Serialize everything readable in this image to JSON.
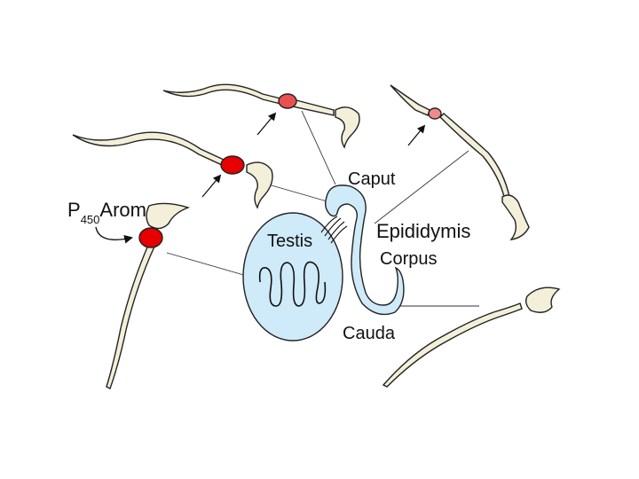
{
  "labels": {
    "caput": "Caput",
    "epididymis": "Epididymis",
    "corpus": "Corpus",
    "cauda": "Cauda",
    "testis": "Testis",
    "enzyme_main": "P",
    "enzyme_sub": "450",
    "enzyme_suffix": "Arom"
  },
  "colors": {
    "background": "#ffffff",
    "organ_fill": "#cfeaf8",
    "sperm_fill": "#f3efd9",
    "stain_strong": "#e60000",
    "stain_medium": "#e95050",
    "stain_weak": "#ef8a8a",
    "outline": "#222222"
  },
  "sperm_cells": [
    {
      "name": "cauda-sperm",
      "stain": "none"
    },
    {
      "name": "caput-sperm-top",
      "stain": "medium"
    },
    {
      "name": "corpus-sperm-right",
      "stain": "weak"
    },
    {
      "name": "caput-sperm-middle",
      "stain": "strong"
    },
    {
      "name": "testis-sperm-left",
      "stain": "strong"
    }
  ]
}
